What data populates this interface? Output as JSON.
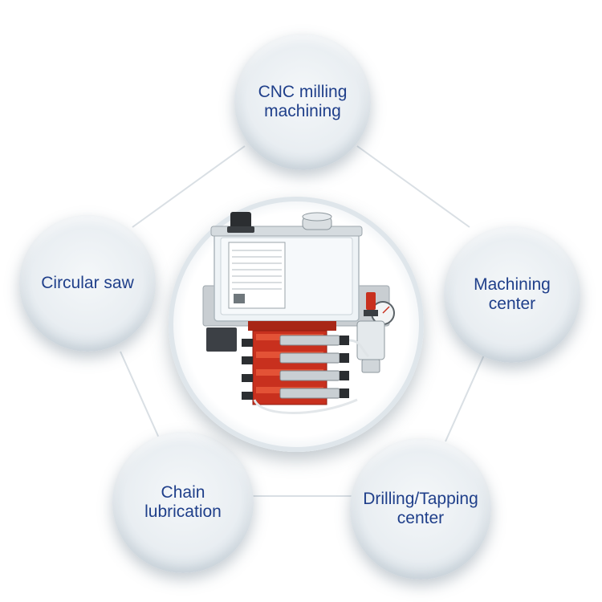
{
  "diagram": {
    "center": {
      "icon": "lubrication-pump-device-icon"
    },
    "nodes": [
      {
        "id": "cnc",
        "label": "CNC milling\nmachining"
      },
      {
        "id": "machining",
        "label": "Machining\ncenter"
      },
      {
        "id": "drilling",
        "label": "Drilling/Tapping\ncenter"
      },
      {
        "id": "chain",
        "label": "Chain\nlubrication"
      },
      {
        "id": "saw",
        "label": "Circular saw"
      }
    ]
  },
  "colors": {
    "label": "#1f3f8a",
    "link": "#d9dfe4",
    "pump_red": "#c8301e",
    "tank": "#e8eef2"
  }
}
